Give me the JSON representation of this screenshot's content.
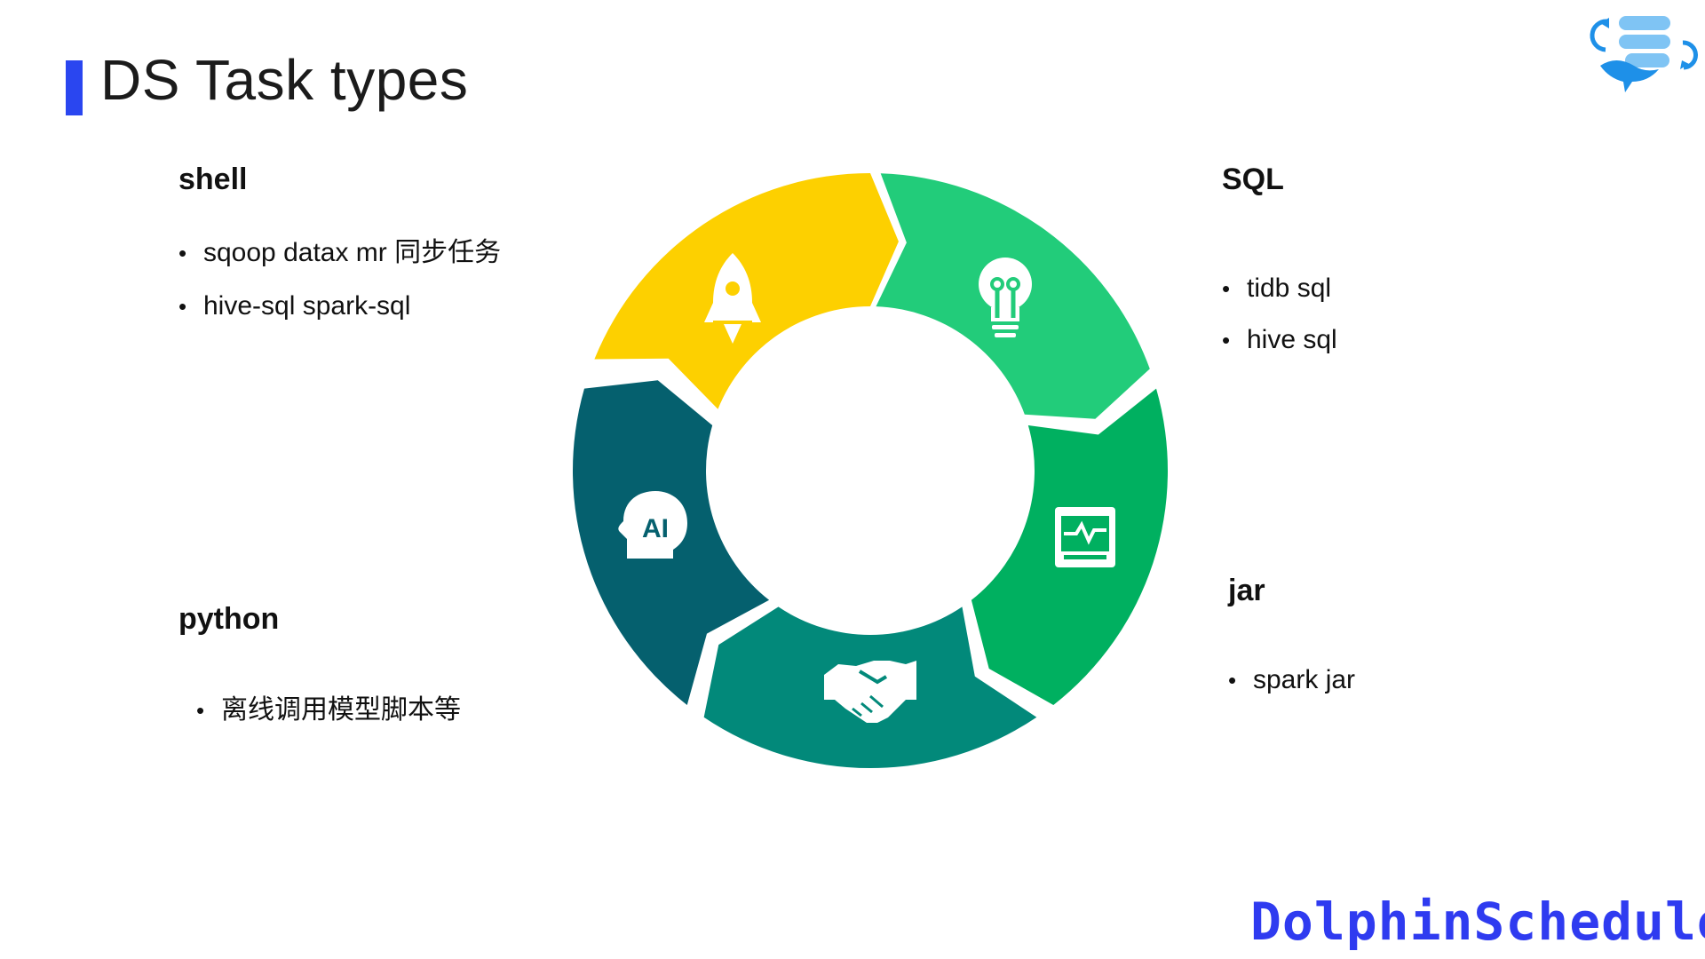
{
  "title": "DS Task types",
  "brand": "DolphinScheduler",
  "bullet_char": "•",
  "sections": {
    "shell": {
      "heading": "shell",
      "items": [
        "sqoop datax mr 同步任务",
        "hive-sql  spark-sql"
      ]
    },
    "sql": {
      "heading": "SQL",
      "items": [
        "tidb sql",
        "hive sql"
      ]
    },
    "jar": {
      "heading": "jar",
      "items": [
        "spark jar"
      ]
    },
    "python": {
      "heading": "python",
      "items": [
        "离线调用模型脚本等"
      ]
    }
  },
  "wheel": {
    "segments": [
      {
        "name": "yellow-segment",
        "color": "#fdd000",
        "icon": "rocket-icon"
      },
      {
        "name": "light-green-segment",
        "color": "#22cc7a",
        "icon": "lightbulb-icon"
      },
      {
        "name": "green-segment",
        "color": "#00b060",
        "icon": "monitor-icon"
      },
      {
        "name": "teal-segment",
        "color": "#02897a",
        "icon": "handshake-icon"
      },
      {
        "name": "dark-teal-segment",
        "color": "#05606e",
        "icon": "ai-head-icon"
      }
    ]
  },
  "colors": {
    "accent_bar": "#2a46f0",
    "brand_text": "#2f3bf0",
    "logo_light_blue": "#7fc4f4",
    "logo_blue": "#1e90e8"
  }
}
